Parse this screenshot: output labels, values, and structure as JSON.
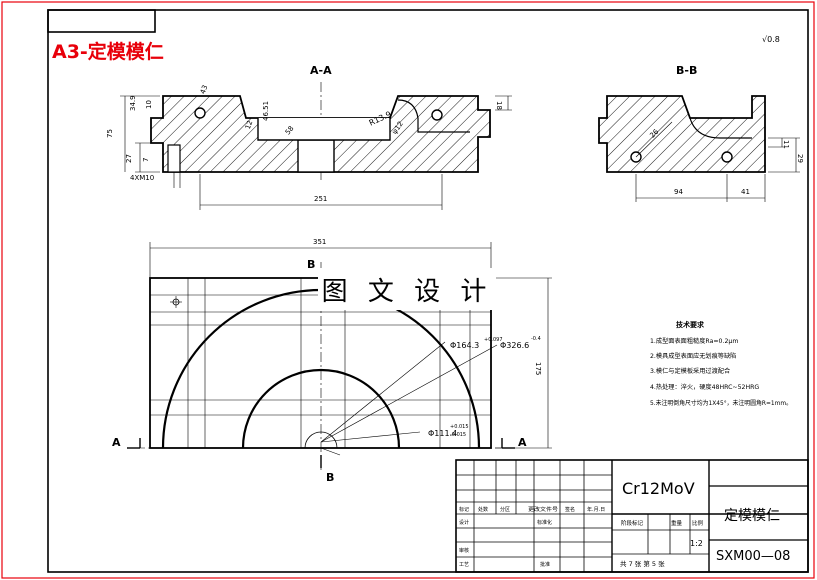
{
  "sheet_label": "A3-定模模仁",
  "views": {
    "section_aa": "A-A",
    "section_bb": "B-B",
    "section_a_marks": [
      "A",
      "A"
    ],
    "section_b_marks": [
      "B",
      "B"
    ]
  },
  "dimensions": {
    "aa": [
      "251",
      "27",
      "7",
      "4XM10",
      "75",
      "34.9",
      "10",
      "18",
      "R13.9",
      "12",
      "ψ12",
      "46.51",
      "58",
      "43"
    ],
    "bb": [
      "94",
      "41",
      "11",
      "29",
      "26"
    ],
    "plan": [
      "351",
      "175",
      "Φ164.3",
      "+0.097",
      "Φ326.6",
      "-0.4",
      "Φ111.4",
      "+0.015",
      "-0.015"
    ]
  },
  "roughness_mark": "√0.8",
  "watermark": "图 文 设 计",
  "notes": {
    "title": "技术要求",
    "items": [
      "1.成型面表面粗糙度Ra=0.2μm",
      "2.模具成型表面应无划痕等缺陷",
      "3.模仁与定模板采用过渡配合",
      "4.热处理：淬火，硬度48HRC~52HRG",
      "5.未注明倒角尺寸均为1X45°，未注明圆角R=1mm。"
    ]
  },
  "title_block": {
    "material": "Cr12MoV",
    "part_name": "定模模仁",
    "drawing_no": "SXM00—08",
    "rev_headers": [
      "标记",
      "处数",
      "分区",
      "更改文件号",
      "签名",
      "年.月.日"
    ],
    "row_labels": [
      "设计",
      "标准化",
      "审核",
      "工艺",
      "批准"
    ],
    "stage_headers": [
      "阶段标记",
      "重量",
      "比例"
    ],
    "scale": "1:2",
    "sheets": "共 7 张  第 5 张"
  }
}
